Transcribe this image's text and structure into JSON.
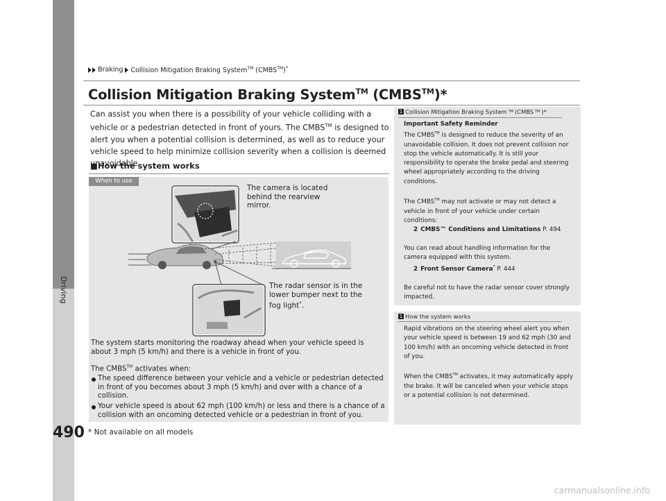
{
  "sidebar": {
    "label": "Driving"
  },
  "breadcrumb": {
    "item1": "Braking",
    "item2": "Collision Mitigation Braking System",
    "item2_tm": "TM",
    "item2_suffix": " (CMBS",
    "item2_tm2": "TM",
    "item2_close": ")",
    "item2_star": "*"
  },
  "title": {
    "main": "Collision Mitigation Braking System",
    "tm1": "TM",
    "mid": " (CMBS",
    "tm2": "TM",
    "end": ")*"
  },
  "intro": {
    "part1": "Can assist you when there is a possibility of your vehicle colliding with a vehicle or a pedestrian detected in front of yours. The CMBS",
    "tm": "TM",
    "part2": " is designed to alert you when a potential collision is determined, as well as to reduce your vehicle speed to help minimize collision severity when a collision is deemed unavoidable."
  },
  "section": {
    "marker": "■",
    "heading": "How the system works"
  },
  "panel": {
    "tag": "When to use",
    "camera_label": "The camera is located behind the rearview mirror.",
    "radar_label_part1": "The radar sensor is in the lower bumper next to the fog light",
    "radar_label_star": "*",
    "radar_label_end": ".",
    "monitoring": "The system starts monitoring the roadway ahead when your vehicle speed is about 3 mph (5 km/h) and there is a vehicle in front of you.",
    "activates_part1": "The CMBS",
    "activates_tm": "TM",
    "activates_part2": " activates when:",
    "bullets": [
      "The speed difference between your vehicle and a vehicle or pedestrian detected in front of you becomes about 3 mph (5 km/h) and over with a chance of a collision.",
      "Your vehicle speed is about 62 mph (100 km/h) or less and there is a chance of a collision with an oncoming detected vehicle or a pedestrian in front of you."
    ]
  },
  "note1": {
    "ref": "1",
    "head": "Collision Mitigation Braking System",
    "head_tm": "TM",
    "head_mid": " (CMBS",
    "head_tm2": "TM",
    "head_end": ")*",
    "safety_title": "Important Safety Reminder",
    "p1_a": "The CMBS",
    "p1_tm": "TM",
    "p1_b": " is designed to reduce the severity of an unavoidable collision. It does not prevent collision nor stop the vehicle automatically. It is still your responsibility to operate the brake pedal and steering wheel appropriately according to the driving conditions.",
    "p2_a": "The CMBS",
    "p2_tm": "TM",
    "p2_b": " may not activate or may not detect a vehicle in front of your vehicle under certain conditions:",
    "ref1_icon": "2",
    "ref1_text": "CMBS™ Conditions and Limitations",
    "ref1_page": "P. 494",
    "p3": "You can read about handling information for the camera equipped with this system.",
    "ref2_icon": "2",
    "ref2_text": "Front Sensor Camera",
    "ref2_star": "*",
    "ref2_page": "P. 444",
    "p4": "Be careful not to have the radar sensor cover strongly impacted."
  },
  "note2": {
    "ref": "1",
    "head": "How the system works",
    "p1": "Rapid vibrations on the steering wheel alert you when your vehicle speed is between 19 and 62 mph (30 and 100 km/h) with an oncoming vehicle detected in front of you.",
    "p2_a": "When the CMBS",
    "p2_tm": "TM",
    "p2_b": " activates, it may automatically apply the brake. It will be canceled when your vehicle stops or a potential collision is not determined."
  },
  "footer": {
    "page_number": "490",
    "footnote": "* Not available on all models",
    "watermark": "carmanualsonline.info"
  },
  "colors": {
    "sidebar_dark": "#8f8f8f",
    "sidebar_light": "#d0d0d0",
    "panel_bg": "#e6e6e6",
    "rule": "#8c8c8c",
    "text": "#231f20"
  }
}
